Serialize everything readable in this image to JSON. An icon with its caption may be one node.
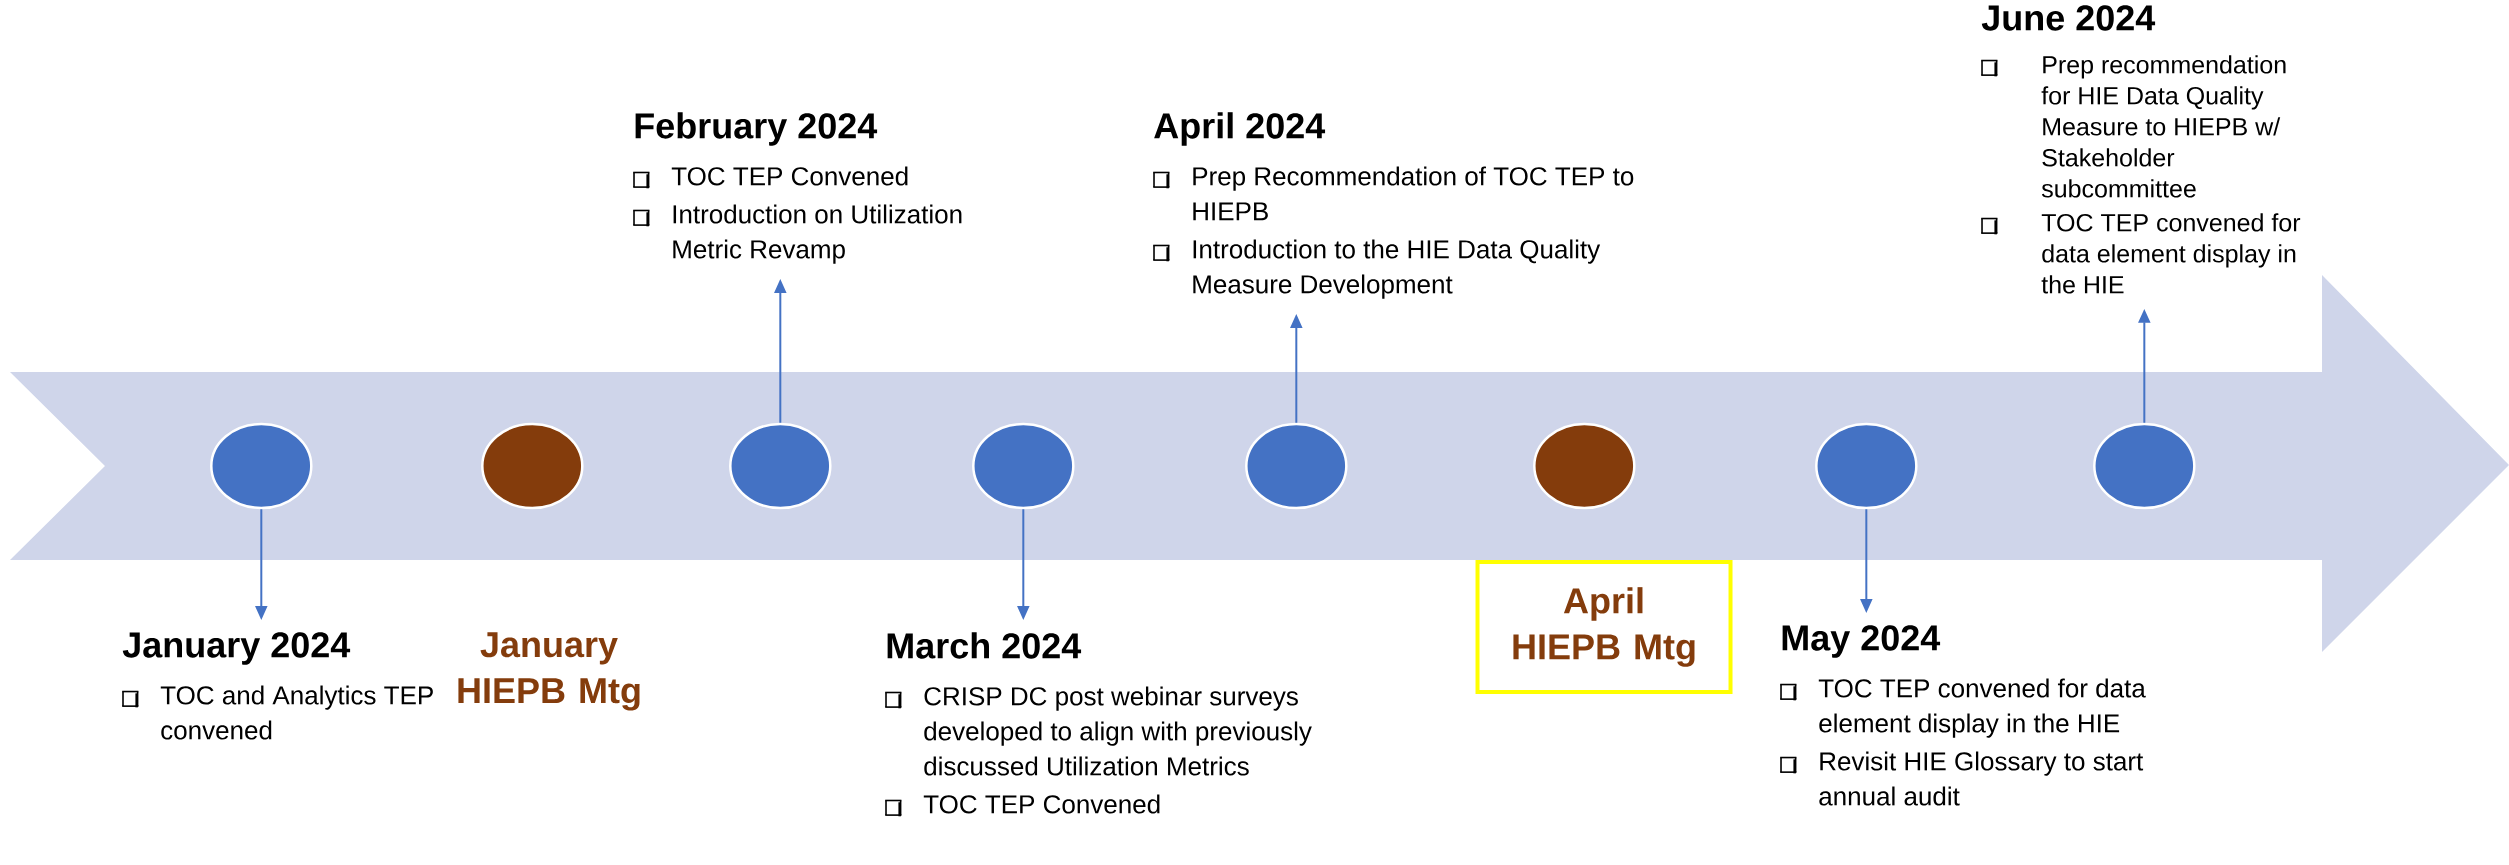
{
  "diagram": {
    "nodes": [
      {
        "text": [],
        "shape": "arrow"
      },
      {
        "text": [],
        "shape": "circle",
        "in": 0
      },
      {
        "text": [],
        "shape": "circle",
        "in": 0
      },
      {
        "text": [],
        "shape": "circle",
        "in": 0
      },
      {
        "text": [],
        "shape": "circle",
        "in": 0
      },
      {
        "text": [],
        "shape": "circle",
        "in": 0
      },
      {
        "text": [],
        "shape": "circle",
        "in": 0
      },
      {
        "text": [],
        "shape": "circle",
        "in": 0
      },
      {
        "text": [],
        "shape": "circle",
        "in": 0
      },
      {
        "text": [
          "January 2024",
          "TOC and Analytics TEP convened"
        ]
      },
      {
        "text": [
          "February 2024",
          "TOC TEP Convened",
          "Introduction on Utilization Metric Revamp"
        ]
      },
      {
        "text": [
          "March 2024",
          "CRISP DC post webinar surveys developed to align with previously discussed Utilization Metrics",
          "TOC TEP Convened"
        ]
      },
      {
        "text": [
          "April 2024",
          "Prep Recommendation of TOC TEP to HIEPB",
          "Introduction to the HIE Data Quality Measure Development"
        ]
      },
      {
        "text": [
          "April HIEPB Mtg"
        ]
      },
      {
        "text": [
          "May 2024",
          "TOC TEP convened for data element display in the HIE",
          "Revisit HIE Glossary to start annual audit"
        ]
      },
      {
        "text": [
          "June 2024",
          "Prep recommendation for HIE Data Quality Measure to HIEPB w/ Stakeholder subcommittee",
          "TOC TEP convened for data element display in the HIE"
        ]
      }
    ],
    "edges": [
      {
        "from": 1,
        "to": 9,
        "arrow": "to"
      },
      {
        "from": 3,
        "to": 10,
        "arrow": "to"
      },
      {
        "from": 4,
        "to": 11,
        "arrow": "to"
      },
      {
        "from": 5,
        "to": 12,
        "arrow": "to"
      },
      {
        "from": 7,
        "to": 14,
        "arrow": "to"
      },
      {
        "from": 8,
        "to": 15,
        "arrow": "to"
      }
    ],
    "labels": [
      "January HIEPB Mtg"
    ]
  }
}
